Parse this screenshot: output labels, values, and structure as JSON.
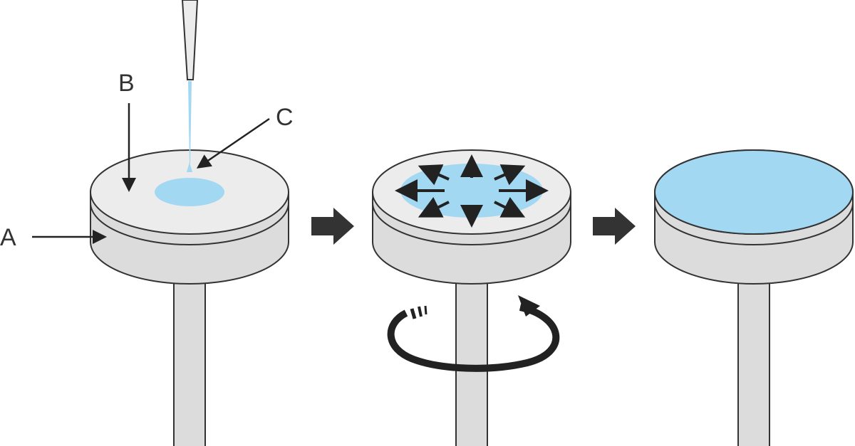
{
  "labels": {
    "a": "A",
    "b": "B",
    "c": "C"
  },
  "colors": {
    "liquid": "#a3d8f3",
    "top": "#ececec",
    "side": "#dcdcdc",
    "stroke": "#2e2e2e"
  }
}
